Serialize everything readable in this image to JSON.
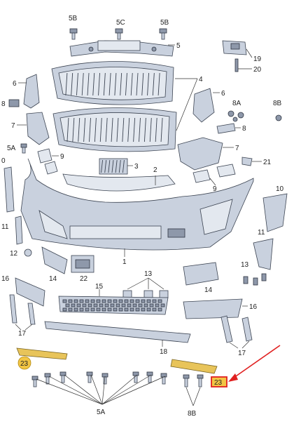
{
  "labels": {
    "l5B_top": "5B",
    "l5C": "5C",
    "l5B_top2": "5B",
    "l5": "5",
    "l19": "19",
    "l20": "20",
    "l4": "4",
    "l6_left": "6",
    "l6_right": "6",
    "l8_left": "8",
    "l8A": "8A",
    "l8B_right": "8B",
    "l7_left": "7",
    "l8_right": "8",
    "l5A_left": "5A",
    "l9_left": "9",
    "l7_right": "7",
    "l0": "0",
    "l3": "3",
    "l2": "2",
    "l21": "21",
    "l9_right": "9",
    "l10": "10",
    "l11_left": "11",
    "l11_right": "11",
    "l12": "12",
    "l1": "1",
    "l14_left": "14",
    "l22": "22",
    "l13_center": "13",
    "l13_right": "13",
    "l14_right": "14",
    "l16_left": "16",
    "l15": "15",
    "l16_right": "16",
    "l17_left": "17",
    "l17_right": "17",
    "l18": "18",
    "l23_left": "23",
    "l23_right": "23",
    "l5A_bottom": "5A",
    "l8B_bottom": "8B"
  },
  "colors": {
    "part_fill": "#c9d1de",
    "part_stroke": "#3c4452",
    "callout_badge": "#f2c544",
    "highlight": "#e02020",
    "trim_strip": "#e8c45a"
  },
  "highlighted_part": "23"
}
